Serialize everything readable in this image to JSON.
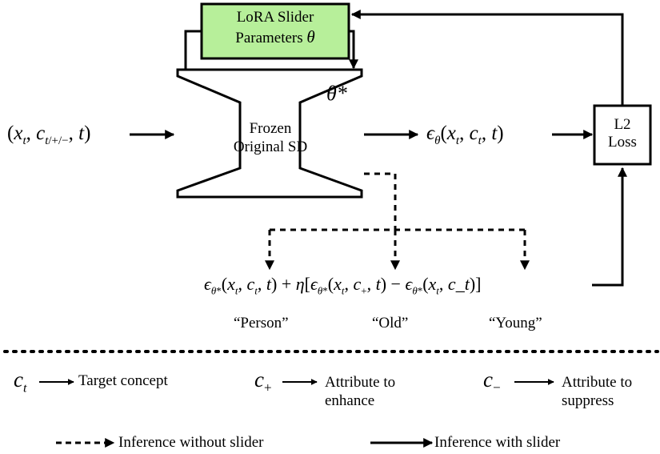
{
  "diagram": {
    "lora_box": {
      "line1": "LoRA Slider",
      "line2": "Parameters",
      "symbol": "θ",
      "fill": "#b7ef9a"
    },
    "theta_star": "θ*",
    "input": "(x_t, c_t/+/−, t)",
    "model": {
      "line1": "Frozen",
      "line2": "Original SD"
    },
    "output": "ϵ_θ(x_t, c_t, t)",
    "loss": {
      "line1": "L2",
      "line2": "Loss"
    },
    "target_equation": "ϵ_θ*(x_t, c_t, t) + η[ϵ_θ*(x_t, c_+, t) − ϵ_θ*(x_t, c_−t)]",
    "captions": [
      "“Person”",
      "“Old”",
      "“Young”"
    ]
  },
  "legend": {
    "items": [
      {
        "symbol": "c_t",
        "text": "Target concept"
      },
      {
        "symbol": "c_+",
        "text": "Attribute to enhance",
        "line1": "Attribute to",
        "line2": "enhance"
      },
      {
        "symbol": "c_−",
        "text": "Attribute to suppress",
        "line1": "Attribute to",
        "line2": "suppress"
      }
    ],
    "dashed_label": "Inference without slider",
    "solid_label": "Inference with slider"
  }
}
